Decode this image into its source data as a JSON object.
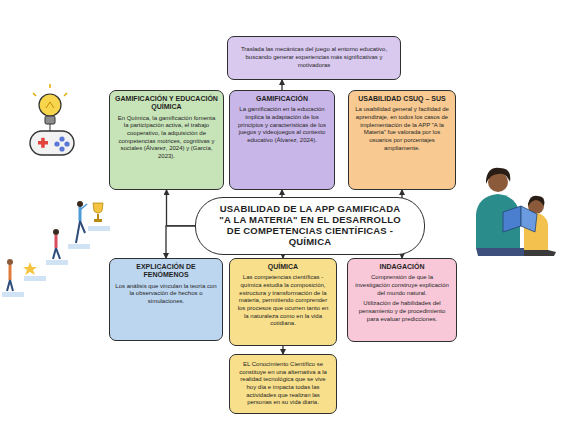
{
  "diagram": {
    "nodes": [
      {
        "text": [
          "Traslada las mecánicas del juego al entorno educativo, buscando generar experiencias más significativas y motivadoras"
        ]
      },
      {
        "text": [
          "GAMIFICACIÓN Y EDUCACIÓN QUÍMICA",
          "En Química, la gamificación fomenta la participación activa, el trabajo cooperativo, la adquisición de competencias motrices, cognitivas y sociales (Álvarez, 2024) y (García, 2023)."
        ]
      },
      {
        "text": [
          "GAMIFICACIÓN",
          "La gamificación en la educación implica la adaptación de los principios y características de los juegos y videojuegos al contexto educativo (Álvarez, 2024)."
        ]
      },
      {
        "text": [
          "USABILIDAD CSUQ – SUS",
          "La usabilidad general y facilidad de aprendizaje, en todos los casos de implementación de la APP \"A la Materia\" fue valorada por los usuarios por porcentajes ampliamente."
        ]
      },
      {
        "text": [
          "USABILIDAD DE LA APP GAMIFICADA \"A LA MATERIA\" EN EL DESARROLLO DE COMPETENCIAS CIENTÍFICAS - QUÍMICA"
        ]
      },
      {
        "text": [
          "EXPLICACIÓN DE FENÓMENOS",
          "Los análisis que vinculan la teoría con la observación de hechos o simulaciones."
        ]
      },
      {
        "text": [
          "QUÍMICA",
          "Las competencias científicas - química estudia la composición, estructura y transformación de la materia, permitiendo comprender los procesos que ocurren tanto en la naturaleza como en la vida cotidiana."
        ]
      },
      {
        "text": [
          "INDAGACIÓN",
          "Comprensión de que la investigación construye explicación del mundo natural.",
          "Utilización de habilidades del pensamiento y de procedimiento para evaluar predicciones."
        ]
      },
      {
        "text": [
          "EL Conocimiento Científico se constituye en una alternativa a la realidad tecnológica que se vive hoy día e impacta todas las actividades que realizan las personas en su vida diaria."
        ]
      }
    ],
    "edges": [
      {
        "from": 4,
        "to": 1,
        "arrow": "to"
      },
      {
        "from": 4,
        "to": 2,
        "arrow": "to"
      },
      {
        "from": 4,
        "to": 3,
        "arrow": "to"
      },
      {
        "from": 4,
        "to": 5,
        "arrow": "to"
      },
      {
        "from": 4,
        "to": 6,
        "arrow": "to"
      },
      {
        "from": 4,
        "to": 7,
        "arrow": "to"
      },
      {
        "from": 2,
        "to": 0,
        "arrow": "to"
      },
      {
        "from": 6,
        "to": 8,
        "arrow": "to"
      }
    ]
  }
}
